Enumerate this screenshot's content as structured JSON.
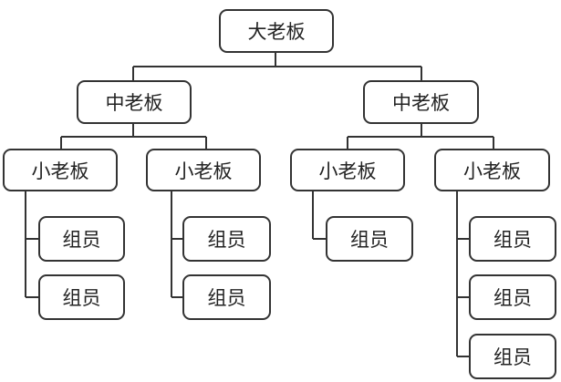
{
  "root": {
    "label": "大老板"
  },
  "middle": [
    {
      "label": "中老板",
      "children": [
        {
          "label": "小老板",
          "members": [
            "组员",
            "组员"
          ]
        },
        {
          "label": "小老板",
          "members": [
            "组员",
            "组员"
          ]
        }
      ]
    },
    {
      "label": "中老板",
      "children": [
        {
          "label": "小老板",
          "members": [
            "组员"
          ]
        },
        {
          "label": "小老板",
          "members": [
            "组员",
            "组员",
            "组员"
          ]
        }
      ]
    }
  ]
}
